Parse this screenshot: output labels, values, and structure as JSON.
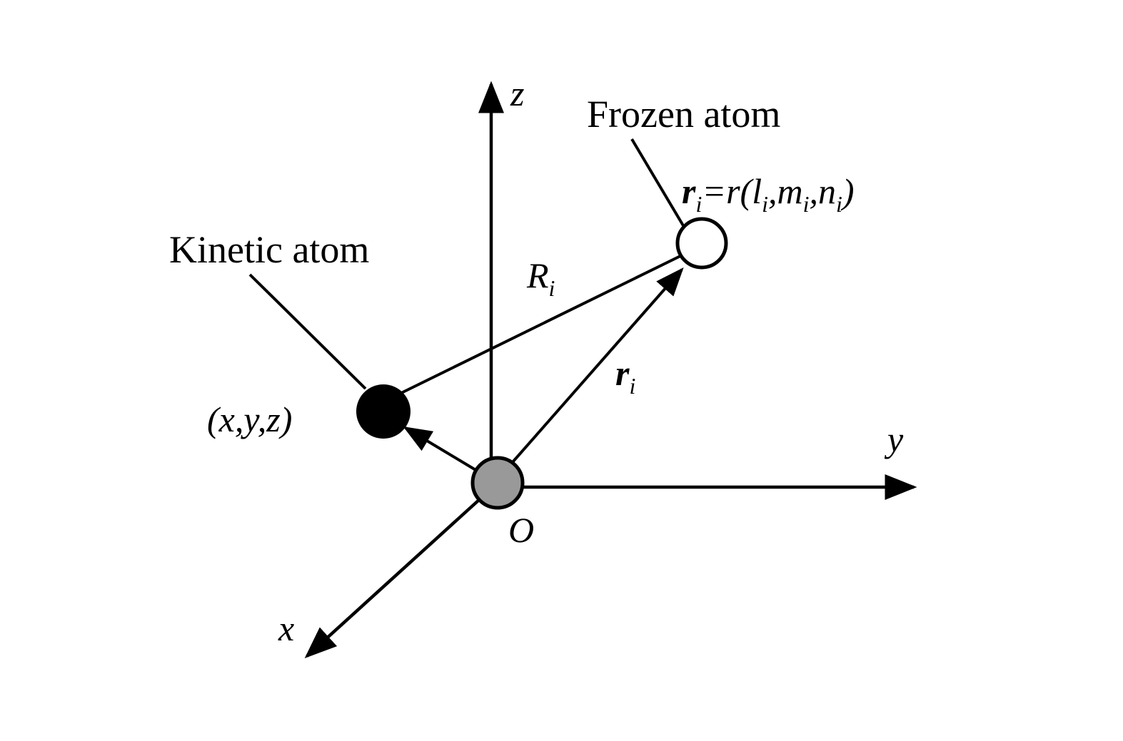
{
  "labels": {
    "kinetic_atom": "Kinetic atom",
    "frozen_atom": "Frozen atom",
    "axis_x": "x",
    "axis_y": "y",
    "axis_z": "z",
    "origin": "O",
    "kinetic_coords": "(x,y,z)",
    "R": "R",
    "R_sub": "i",
    "r": "r",
    "r_sub": "i",
    "formula": {
      "lhs": "r",
      "lhs_sub": "i",
      "eq": "=r(",
      "l": "l",
      "m": "m",
      "n": "n",
      "sub": "i",
      "comma": ",",
      "close": ")"
    }
  },
  "colors": {
    "origin_fill": "#999999",
    "kinetic_fill": "#000000",
    "frozen_fill": "#ffffff"
  }
}
